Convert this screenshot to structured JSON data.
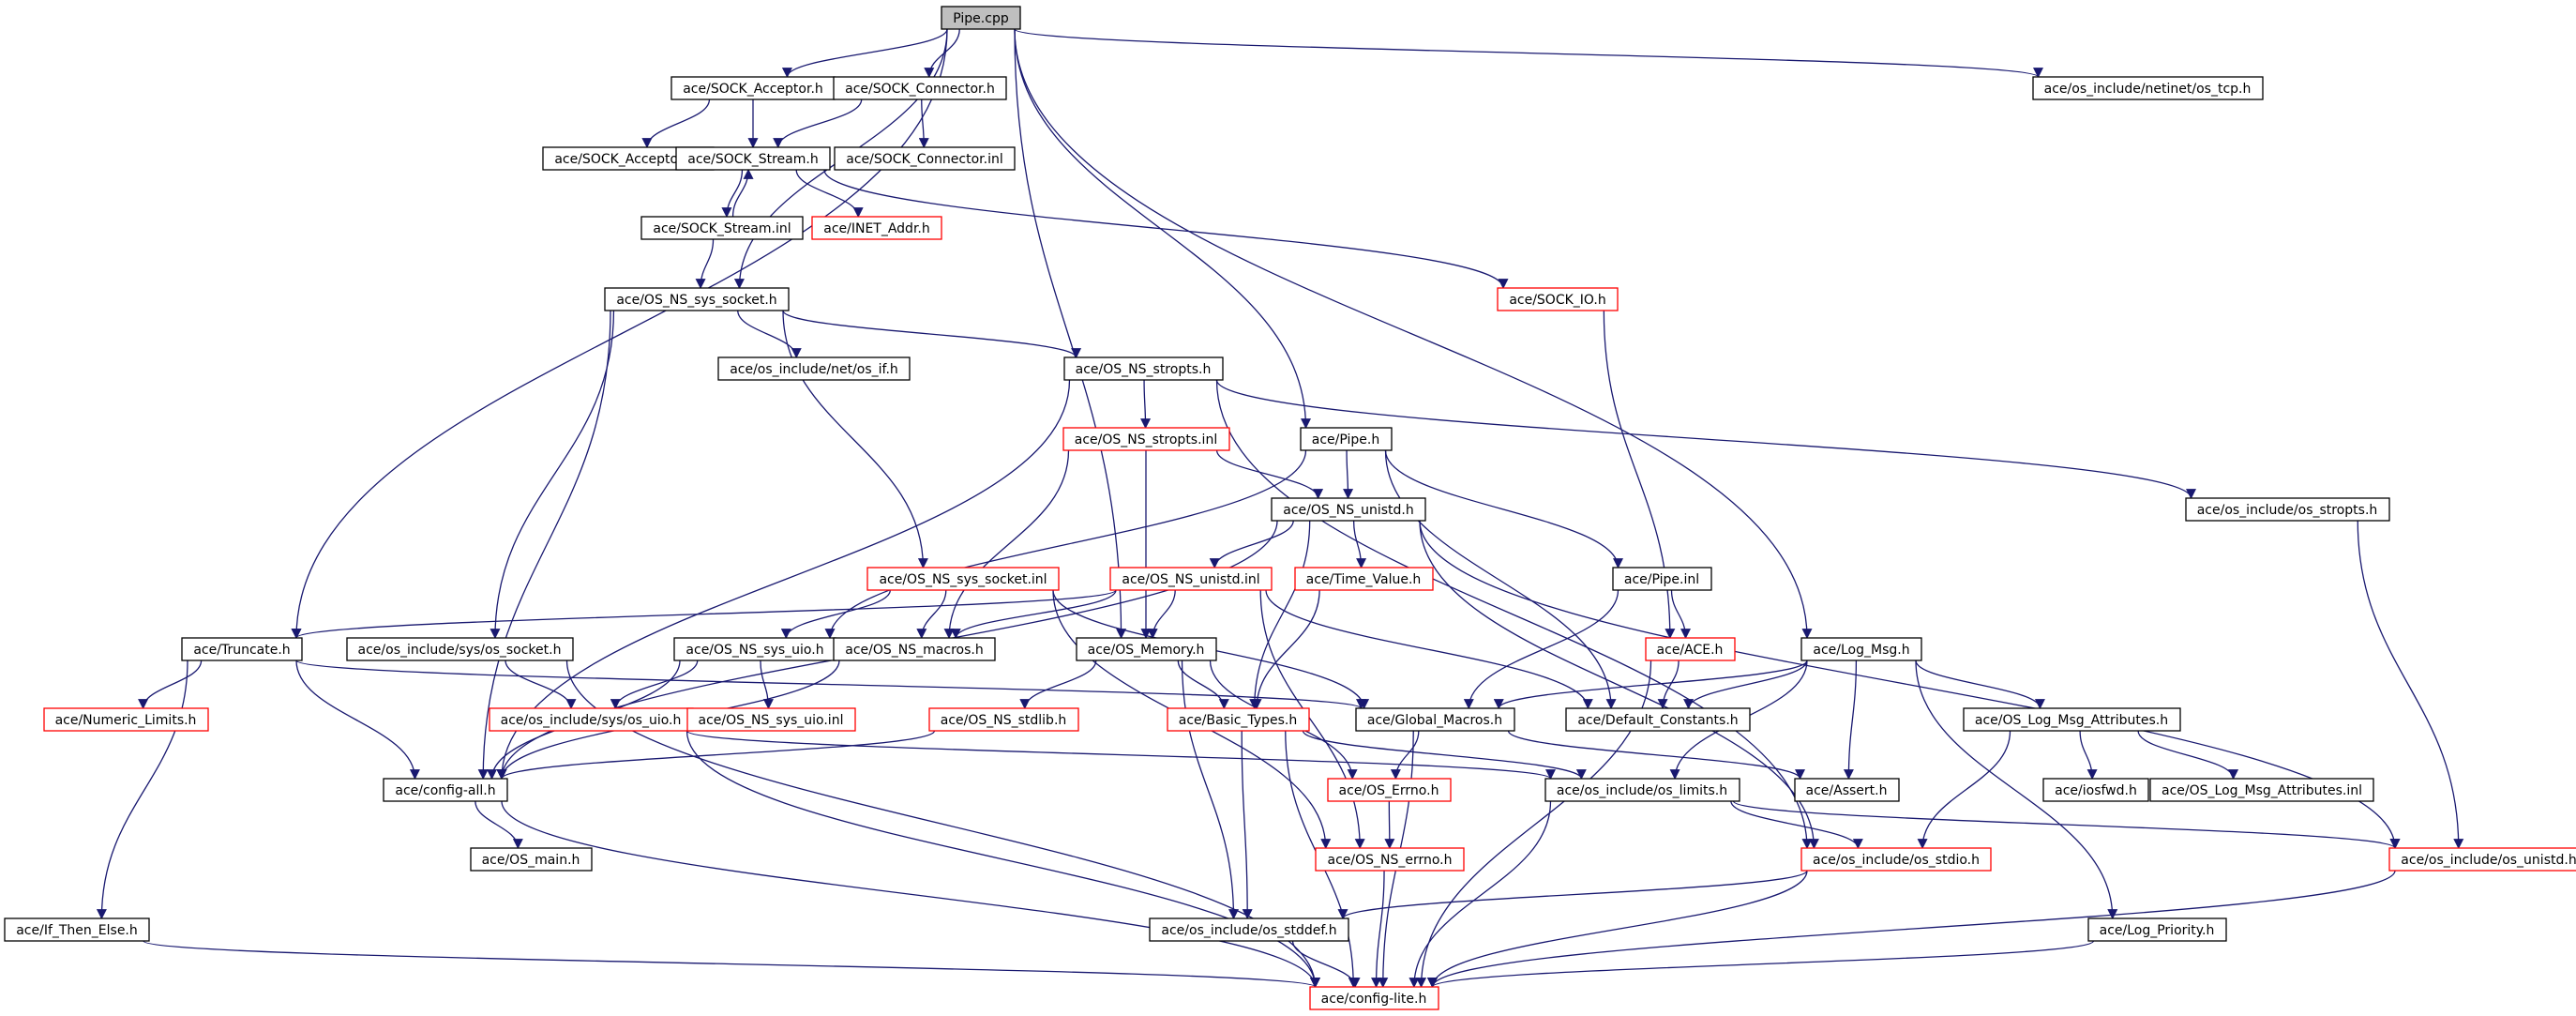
{
  "colors": {
    "edge": "#191970",
    "box_border": "#000000",
    "missing_border": "#ff0000",
    "root_fill": "#bfbfbf"
  },
  "nodes": [
    {
      "id": "pipe_cpp",
      "label": "Pipe.cpp",
      "style": "root"
    },
    {
      "id": "sock_acceptor_h",
      "label": "ace/SOCK_Acceptor.h"
    },
    {
      "id": "sock_connector_h",
      "label": "ace/SOCK_Connector.h"
    },
    {
      "id": "os_tcp_h",
      "label": "ace/os_include/netinet/os_tcp.h"
    },
    {
      "id": "sock_acceptor_inl",
      "label": "ace/SOCK_Acceptor.inl"
    },
    {
      "id": "sock_stream_h",
      "label": "ace/SOCK_Stream.h"
    },
    {
      "id": "sock_connector_inl",
      "label": "ace/SOCK_Connector.inl"
    },
    {
      "id": "sock_stream_inl",
      "label": "ace/SOCK_Stream.inl"
    },
    {
      "id": "inet_addr_h",
      "label": "ace/INET_Addr.h",
      "style": "missing"
    },
    {
      "id": "os_ns_sys_socket_h",
      "label": "ace/OS_NS_sys_socket.h"
    },
    {
      "id": "sock_io_h",
      "label": "ace/SOCK_IO.h",
      "style": "missing"
    },
    {
      "id": "os_if_h",
      "label": "ace/os_include/net/os_if.h"
    },
    {
      "id": "os_ns_stropts_h",
      "label": "ace/OS_NS_stropts.h"
    },
    {
      "id": "os_ns_stropts_inl",
      "label": "ace/OS_NS_stropts.inl",
      "style": "missing"
    },
    {
      "id": "pipe_h",
      "label": "ace/Pipe.h"
    },
    {
      "id": "os_ns_unistd_h",
      "label": "ace/OS_NS_unistd.h"
    },
    {
      "id": "os_stropts_h",
      "label": "ace/os_include/os_stropts.h"
    },
    {
      "id": "os_ns_sys_socket_inl",
      "label": "ace/OS_NS_sys_socket.inl",
      "style": "missing"
    },
    {
      "id": "os_ns_unistd_inl",
      "label": "ace/OS_NS_unistd.inl",
      "style": "missing"
    },
    {
      "id": "time_value_h",
      "label": "ace/Time_Value.h",
      "style": "missing"
    },
    {
      "id": "pipe_inl",
      "label": "ace/Pipe.inl"
    },
    {
      "id": "truncate_h",
      "label": "ace/Truncate.h"
    },
    {
      "id": "os_socket_h",
      "label": "ace/os_include/sys/os_socket.h"
    },
    {
      "id": "os_ns_sys_uio_h",
      "label": "ace/OS_NS_sys_uio.h"
    },
    {
      "id": "os_ns_macros_h",
      "label": "ace/OS_NS_macros.h"
    },
    {
      "id": "os_memory_h",
      "label": "ace/OS_Memory.h"
    },
    {
      "id": "ace_h",
      "label": "ace/ACE.h",
      "style": "missing"
    },
    {
      "id": "log_msg_h",
      "label": "ace/Log_Msg.h"
    },
    {
      "id": "numeric_limits_h",
      "label": "ace/Numeric_Limits.h",
      "style": "missing"
    },
    {
      "id": "os_uio_h",
      "label": "ace/os_include/sys/os_uio.h",
      "style": "missing"
    },
    {
      "id": "os_ns_sys_uio_inl",
      "label": "ace/OS_NS_sys_uio.inl",
      "style": "missing"
    },
    {
      "id": "os_ns_stdlib_h",
      "label": "ace/OS_NS_stdlib.h",
      "style": "missing"
    },
    {
      "id": "basic_types_h",
      "label": "ace/Basic_Types.h",
      "style": "missing"
    },
    {
      "id": "global_macros_h",
      "label": "ace/Global_Macros.h"
    },
    {
      "id": "default_constants_h",
      "label": "ace/Default_Constants.h"
    },
    {
      "id": "os_log_msg_attributes_h",
      "label": "ace/OS_Log_Msg_Attributes.h"
    },
    {
      "id": "config_all_h",
      "label": "ace/config-all.h"
    },
    {
      "id": "os_errno_h",
      "label": "ace/OS_Errno.h",
      "style": "missing"
    },
    {
      "id": "os_limits_h",
      "label": "ace/os_include/os_limits.h"
    },
    {
      "id": "assert_h",
      "label": "ace/Assert.h"
    },
    {
      "id": "iosfwd_h",
      "label": "ace/iosfwd.h"
    },
    {
      "id": "os_log_msg_attributes_inl",
      "label": "ace/OS_Log_Msg_Attributes.inl"
    },
    {
      "id": "os_main_h",
      "label": "ace/OS_main.h"
    },
    {
      "id": "os_ns_errno_h",
      "label": "ace/OS_NS_errno.h",
      "style": "missing"
    },
    {
      "id": "os_stdio_h",
      "label": "ace/os_include/os_stdio.h",
      "style": "missing"
    },
    {
      "id": "os_unistd_h",
      "label": "ace/os_include/os_unistd.h",
      "style": "missing"
    },
    {
      "id": "if_then_else_h",
      "label": "ace/If_Then_Else.h"
    },
    {
      "id": "os_stddef_h",
      "label": "ace/os_include/os_stddef.h"
    },
    {
      "id": "log_priority_h",
      "label": "ace/Log_Priority.h"
    },
    {
      "id": "config_lite_h",
      "label": "ace/config-lite.h",
      "style": "missing"
    }
  ],
  "edges": [
    [
      "pipe_cpp",
      "sock_acceptor_h"
    ],
    [
      "pipe_cpp",
      "sock_connector_h"
    ],
    [
      "pipe_cpp",
      "os_tcp_h"
    ],
    [
      "pipe_cpp",
      "truncate_h"
    ],
    [
      "pipe_cpp",
      "os_ns_sys_socket_h"
    ],
    [
      "pipe_cpp",
      "os_memory_h"
    ],
    [
      "pipe_cpp",
      "pipe_h"
    ],
    [
      "pipe_cpp",
      "log_msg_h"
    ],
    [
      "sock_acceptor_h",
      "sock_acceptor_inl"
    ],
    [
      "sock_acceptor_h",
      "sock_stream_h"
    ],
    [
      "sock_connector_h",
      "sock_stream_h"
    ],
    [
      "sock_connector_h",
      "sock_connector_inl"
    ],
    [
      "sock_stream_h",
      "sock_stream_inl"
    ],
    [
      "sock_stream_inl",
      "sock_stream_h"
    ],
    [
      "sock_stream_h",
      "inet_addr_h"
    ],
    [
      "sock_stream_h",
      "sock_io_h"
    ],
    [
      "sock_stream_inl",
      "os_ns_sys_socket_h"
    ],
    [
      "sock_io_h",
      "ace_h"
    ],
    [
      "os_ns_sys_socket_h",
      "os_if_h"
    ],
    [
      "os_ns_sys_socket_h",
      "os_ns_stropts_h"
    ],
    [
      "os_ns_sys_socket_h",
      "os_socket_h"
    ],
    [
      "os_ns_sys_socket_h",
      "os_ns_sys_socket_inl"
    ],
    [
      "os_ns_sys_socket_h",
      "config_all_h"
    ],
    [
      "os_ns_stropts_h",
      "os_ns_stropts_inl"
    ],
    [
      "os_ns_stropts_h",
      "os_stropts_h"
    ],
    [
      "os_ns_stropts_h",
      "config_all_h"
    ],
    [
      "os_ns_stropts_h",
      "os_stdio_h"
    ],
    [
      "os_ns_stropts_inl",
      "os_ns_unistd_h"
    ],
    [
      "os_ns_stropts_inl",
      "os_memory_h"
    ],
    [
      "os_ns_stropts_inl",
      "os_ns_macros_h"
    ],
    [
      "pipe_h",
      "os_ns_unistd_h"
    ],
    [
      "pipe_h",
      "pipe_inl"
    ],
    [
      "pipe_h",
      "default_constants_h"
    ],
    [
      "pipe_h",
      "os_ns_sys_uio_h"
    ],
    [
      "os_ns_unistd_h",
      "os_ns_unistd_inl"
    ],
    [
      "os_ns_unistd_h",
      "time_value_h"
    ],
    [
      "os_ns_unistd_h",
      "basic_types_h"
    ],
    [
      "os_ns_unistd_h",
      "os_stdio_h"
    ],
    [
      "os_ns_unistd_h",
      "os_unistd_h"
    ],
    [
      "os_ns_unistd_h",
      "config_all_h"
    ],
    [
      "os_stropts_h",
      "os_unistd_h"
    ],
    [
      "os_ns_sys_socket_inl",
      "os_ns_macros_h"
    ],
    [
      "os_ns_sys_socket_inl",
      "os_ns_sys_uio_h"
    ],
    [
      "os_ns_sys_socket_inl",
      "global_macros_h"
    ],
    [
      "os_ns_sys_socket_inl",
      "os_ns_errno_h"
    ],
    [
      "os_ns_unistd_inl",
      "truncate_h"
    ],
    [
      "os_ns_unistd_inl",
      "os_memory_h"
    ],
    [
      "os_ns_unistd_inl",
      "os_ns_macros_h"
    ],
    [
      "os_ns_unistd_inl",
      "default_constants_h"
    ],
    [
      "os_ns_unistd_inl",
      "os_ns_errno_h"
    ],
    [
      "time_value_h",
      "basic_types_h"
    ],
    [
      "pipe_inl",
      "ace_h"
    ],
    [
      "pipe_inl",
      "global_macros_h"
    ],
    [
      "truncate_h",
      "numeric_limits_h"
    ],
    [
      "truncate_h",
      "if_then_else_h"
    ],
    [
      "truncate_h",
      "config_all_h"
    ],
    [
      "truncate_h",
      "global_macros_h"
    ],
    [
      "os_socket_h",
      "os_uio_h"
    ],
    [
      "os_socket_h",
      "config_lite_h"
    ],
    [
      "os_ns_sys_uio_h",
      "os_uio_h"
    ],
    [
      "os_ns_sys_uio_h",
      "os_ns_sys_uio_inl"
    ],
    [
      "os_ns_sys_uio_h",
      "config_all_h"
    ],
    [
      "os_ns_macros_h",
      "config_all_h"
    ],
    [
      "os_memory_h",
      "os_ns_stdlib_h"
    ],
    [
      "os_memory_h",
      "basic_types_h"
    ],
    [
      "os_memory_h",
      "os_errno_h"
    ],
    [
      "os_memory_h",
      "os_stddef_h"
    ],
    [
      "ace_h",
      "default_constants_h"
    ],
    [
      "ace_h",
      "config_lite_h"
    ],
    [
      "log_msg_h",
      "global_macros_h"
    ],
    [
      "log_msg_h",
      "default_constants_h"
    ],
    [
      "log_msg_h",
      "assert_h"
    ],
    [
      "log_msg_h",
      "os_log_msg_attributes_h"
    ],
    [
      "log_msg_h",
      "log_priority_h"
    ],
    [
      "log_msg_h",
      "os_limits_h"
    ],
    [
      "os_uio_h",
      "os_limits_h"
    ],
    [
      "os_uio_h",
      "config_lite_h"
    ],
    [
      "os_ns_stdlib_h",
      "config_all_h"
    ],
    [
      "basic_types_h",
      "os_limits_h"
    ],
    [
      "basic_types_h",
      "os_stddef_h"
    ],
    [
      "basic_types_h",
      "config_lite_h"
    ],
    [
      "global_macros_h",
      "os_errno_h"
    ],
    [
      "global_macros_h",
      "assert_h"
    ],
    [
      "global_macros_h",
      "config_lite_h"
    ],
    [
      "os_log_msg_attributes_h",
      "iosfwd_h"
    ],
    [
      "os_log_msg_attributes_h",
      "os_log_msg_attributes_inl"
    ],
    [
      "os_log_msg_attributes_h",
      "os_stdio_h"
    ],
    [
      "config_all_h",
      "os_main_h"
    ],
    [
      "config_all_h",
      "config_lite_h"
    ],
    [
      "os_errno_h",
      "os_ns_errno_h"
    ],
    [
      "os_limits_h",
      "os_stdio_h"
    ],
    [
      "os_limits_h",
      "os_unistd_h"
    ],
    [
      "os_limits_h",
      "config_lite_h"
    ],
    [
      "os_ns_errno_h",
      "config_lite_h"
    ],
    [
      "os_stdio_h",
      "os_stddef_h"
    ],
    [
      "os_stdio_h",
      "config_lite_h"
    ],
    [
      "os_unistd_h",
      "config_lite_h"
    ],
    [
      "if_then_else_h",
      "config_lite_h"
    ],
    [
      "os_stddef_h",
      "config_lite_h"
    ],
    [
      "log_priority_h",
      "config_lite_h"
    ]
  ]
}
